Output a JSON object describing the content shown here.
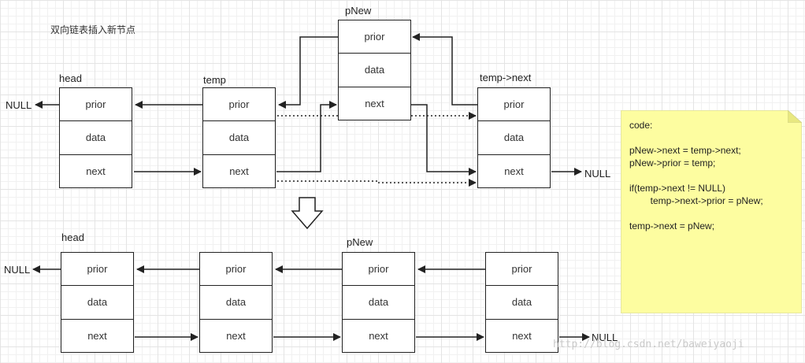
{
  "title": "双向链表插入新节点",
  "field_labels": {
    "prior": "prior",
    "data": "data",
    "next": "next"
  },
  "top_nodes": {
    "head": "head",
    "temp": "temp",
    "pnew": "pNew",
    "temp_next": "temp->next"
  },
  "bottom_nodes": {
    "head": "head",
    "pnew": "pNew"
  },
  "null_label": "NULL",
  "note": {
    "lines": [
      "code:",
      "",
      "pNew->next = temp->next;",
      "pNew->prior = temp;",
      "",
      "if(temp->next != NULL)",
      "        temp->next->prior = pNew;",
      "",
      "temp->next = pNew;"
    ]
  },
  "watermark": "http://blog.csdn.net/baweiyaoji"
}
